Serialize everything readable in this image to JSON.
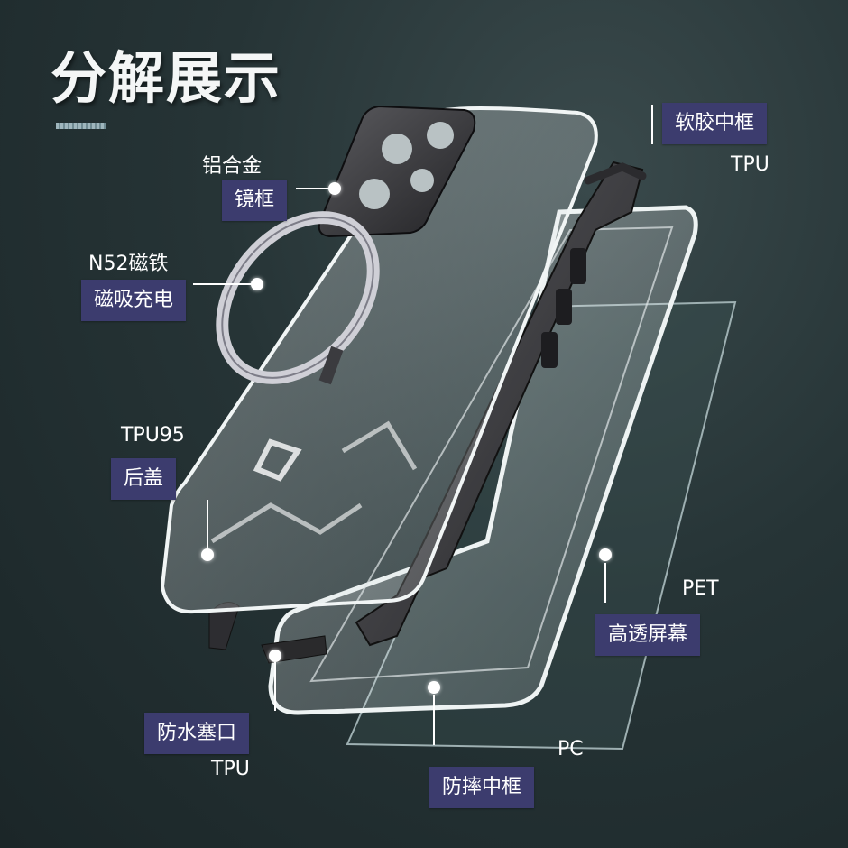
{
  "title": "分解展示",
  "labels": {
    "aluminum_top": "铝合金",
    "aluminum_tag": "镜框",
    "magnet_top": "N52磁铁",
    "magnet_tag": "磁吸充电",
    "back_top": "TPU95",
    "back_tag": "后盖",
    "soft_frame_tag": "软胶中框",
    "soft_frame_bottom": "TPU",
    "screen_top": "PET",
    "screen_tag": "高透屏幕",
    "plug_tag": "防水塞口",
    "plug_bottom": "TPU",
    "drop_frame_top": "PC",
    "drop_frame_tag": "防摔中框"
  },
  "colors": {
    "background": "#263436",
    "tag_bg": "#3c3c6e",
    "text": "#ffffff"
  }
}
